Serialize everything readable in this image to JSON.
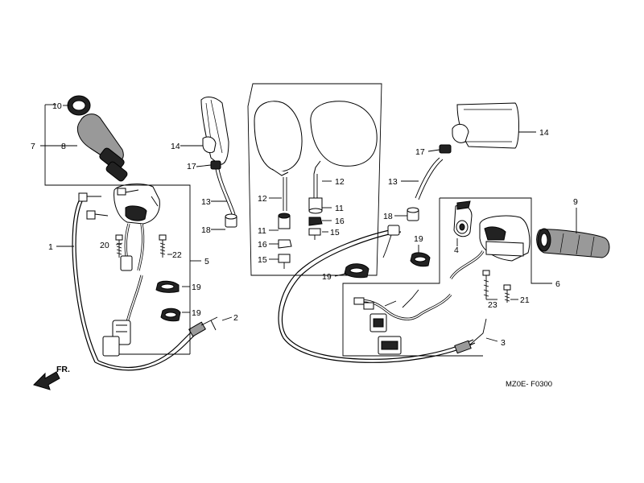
{
  "diagram_code": "MZ0E- F0300",
  "front_indicator": "FR.",
  "callouts": {
    "c1": "1",
    "c2": "2",
    "c3": "3",
    "c4": "4",
    "c5": "5",
    "c6": "6",
    "c7": "7",
    "c8": "8",
    "c9": "9",
    "c10": "10",
    "c11a": "11",
    "c11b": "11",
    "c12a": "12",
    "c12b": "12",
    "c13a": "13",
    "c13b": "13",
    "c14a": "14",
    "c14b": "14",
    "c15a": "15",
    "c15b": "15",
    "c16a": "16",
    "c16b": "16",
    "c17a": "17",
    "c17b": "17",
    "c18a": "18",
    "c18b": "18",
    "c19a": "19",
    "c19b": "19",
    "c19c": "19",
    "c19d": "19",
    "c20": "20",
    "c21": "21",
    "c22": "22",
    "c23": "23"
  }
}
